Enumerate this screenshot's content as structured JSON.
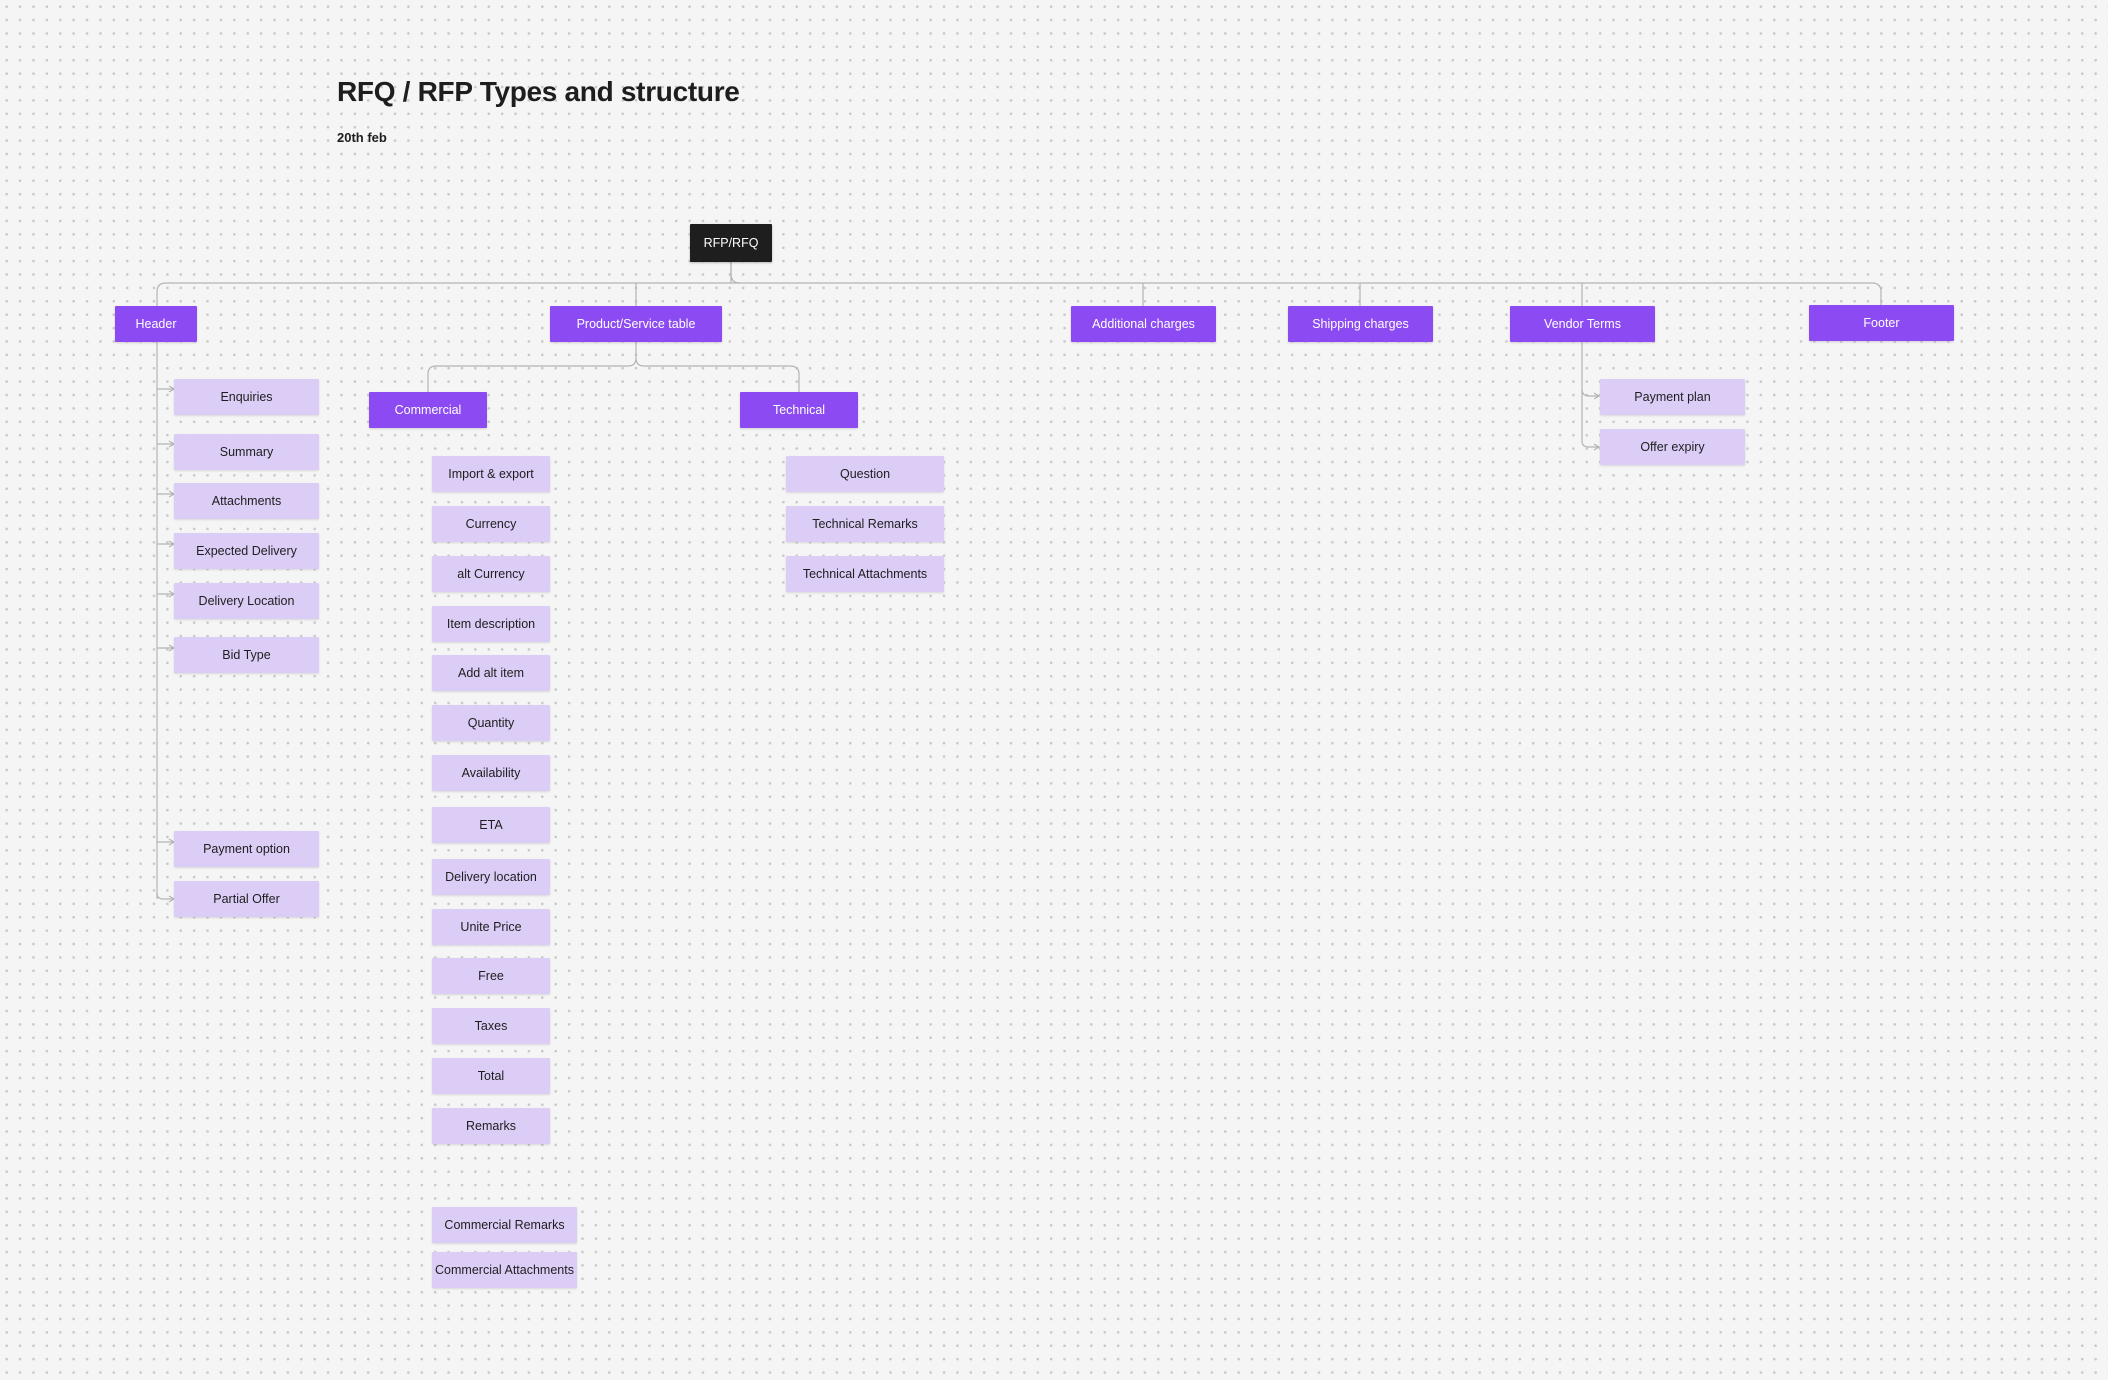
{
  "title": "RFQ / RFP Types and structure",
  "date": "20th feb",
  "colors": {
    "root": "#1e1e1e",
    "category": "#8c4bf2",
    "leaf": "#dccdf7",
    "connector": "#b4b4b4",
    "background": "#f5f5f5"
  },
  "root": "RFP/RFQ",
  "categories": {
    "header": "Header",
    "product_service_table": "Product/Service table",
    "additional_charges": "Additional charges",
    "shipping_charges": "Shipping charges",
    "vendor_terms": "Vendor Terms",
    "footer": "Footer",
    "commercial": "Commercial",
    "technical": "Technical"
  },
  "header_items": [
    "Enquiries",
    "Summary",
    "Attachments",
    "Expected Delivery",
    "Delivery Location",
    "Bid Type",
    "Payment option",
    "Partial Offer"
  ],
  "commercial_items": [
    "Import & export",
    "Currency",
    "alt Currency",
    "Item description",
    "Add alt item",
    "Quantity",
    "Availability",
    "ETA",
    "Delivery location",
    "Unite Price",
    "Free",
    "Taxes",
    "Total",
    "Remarks"
  ],
  "commercial_extra": [
    "Commercial Remarks",
    "Commercial Attachments"
  ],
  "technical_items": [
    "Question",
    "Technical Remarks",
    "Technical Attachments"
  ],
  "vendor_terms_items": [
    "Payment plan",
    "Offer expiry"
  ]
}
